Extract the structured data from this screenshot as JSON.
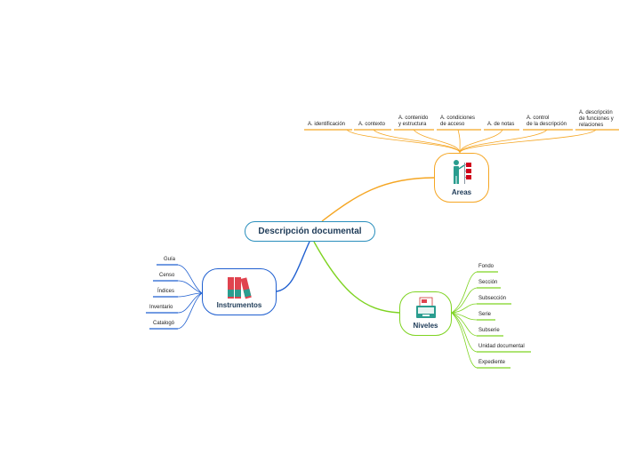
{
  "central": {
    "title": "Descripción documental"
  },
  "areas": {
    "label": "Areas",
    "icon": "presenter-chart-icon",
    "color": "#f5a623",
    "children": [
      "A. identificación",
      "A. contexto",
      "A. contenido\ny estructura",
      "A. condiciones\nde acceso",
      "A. de notas",
      "A. control\nde la descripción",
      "A. descripción\nde funciones y\nrelaciones"
    ]
  },
  "instrumentos": {
    "label": "Instrumentos",
    "icon": "binders-icon",
    "color": "#1f5fd0",
    "children": [
      "Guía",
      "Censo",
      "Índices",
      "Inventario",
      "Catalogó"
    ]
  },
  "niveles": {
    "label": "Niveles",
    "icon": "archive-drawer-icon",
    "color": "#7ed321",
    "children": [
      "Fondo",
      "Sección",
      "Subsección",
      "Serie",
      "Subserie",
      "Unidad documental",
      "Expediente"
    ]
  }
}
